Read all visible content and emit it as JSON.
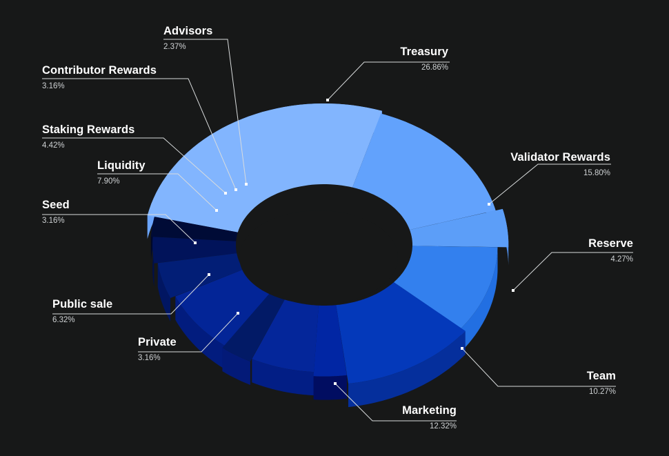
{
  "chart_data": {
    "type": "pie",
    "subtype": "3d-donut",
    "title": "",
    "legend": "none",
    "slices": [
      {
        "label": "Treasury",
        "value": 26.86,
        "value_text": "26.86%",
        "color": "#82B5FE",
        "side_color": "#6BA5FD"
      },
      {
        "label": "Validator Rewards",
        "value": 15.8,
        "value_text": "15.80%",
        "color": "#62A2FC",
        "side_color": "#5696F5"
      },
      {
        "label": "Reserve",
        "value": 4.27,
        "value_text": "4.27%",
        "color": "#5C9EF8",
        "side_color": "#4F90EE"
      },
      {
        "label": "Team",
        "value": 10.27,
        "value_text": "10.27%",
        "color": "#3380EE",
        "side_color": "#226FE2"
      },
      {
        "label": "Marketing",
        "value": 12.32,
        "value_text": "12.32%",
        "color": "#0439BA",
        "side_color": "#052F9C"
      },
      {
        "label": "Private",
        "value": 3.16,
        "value_text": "3.16%",
        "color": "#0126A4",
        "side_color": "#010D61"
      },
      {
        "label": "Public sale",
        "value": 6.32,
        "value_text": "6.32%",
        "color": "#04269A",
        "side_color": "#021E85"
      },
      {
        "label": "Seed",
        "value": 3.16,
        "value_text": "3.16%",
        "color": "#021A66",
        "side_color": "#031A78"
      },
      {
        "label": "Liquidity",
        "value": 7.9,
        "value_text": "7.90%",
        "color": "#032597",
        "side_color": "#021C7E"
      },
      {
        "label": "Staking Rewards",
        "value": 4.42,
        "value_text": "4.42%",
        "color": "#021E76",
        "side_color": "#011662"
      },
      {
        "label": "Contributor Rewards",
        "value": 3.16,
        "value_text": "3.16%",
        "color": "#01135A",
        "side_color": "#010F48"
      },
      {
        "label": "Advisors",
        "value": 2.37,
        "value_text": "2.37%",
        "color": "#000B36",
        "side_color": "#000829"
      }
    ]
  },
  "labels": {
    "treasury": {
      "name": "Treasury",
      "pct": "26.86%"
    },
    "validator": {
      "name": "Validator Rewards",
      "pct": "15.80%"
    },
    "reserve": {
      "name": "Reserve",
      "pct": "4.27%"
    },
    "team": {
      "name": "Team",
      "pct": "10.27%"
    },
    "marketing": {
      "name": "Marketing",
      "pct": "12.32%"
    },
    "private": {
      "name": "Private",
      "pct": "3.16%"
    },
    "public": {
      "name": "Public sale",
      "pct": "6.32%"
    },
    "seed": {
      "name": "Seed",
      "pct": "3.16%"
    },
    "liquidity": {
      "name": "Liquidity",
      "pct": "7.90%"
    },
    "staking": {
      "name": "Staking Rewards",
      "pct": "4.42%"
    },
    "contributor": {
      "name": "Contributor Rewards",
      "pct": "3.16%"
    },
    "advisors": {
      "name": "Advisors",
      "pct": "2.37%"
    }
  }
}
